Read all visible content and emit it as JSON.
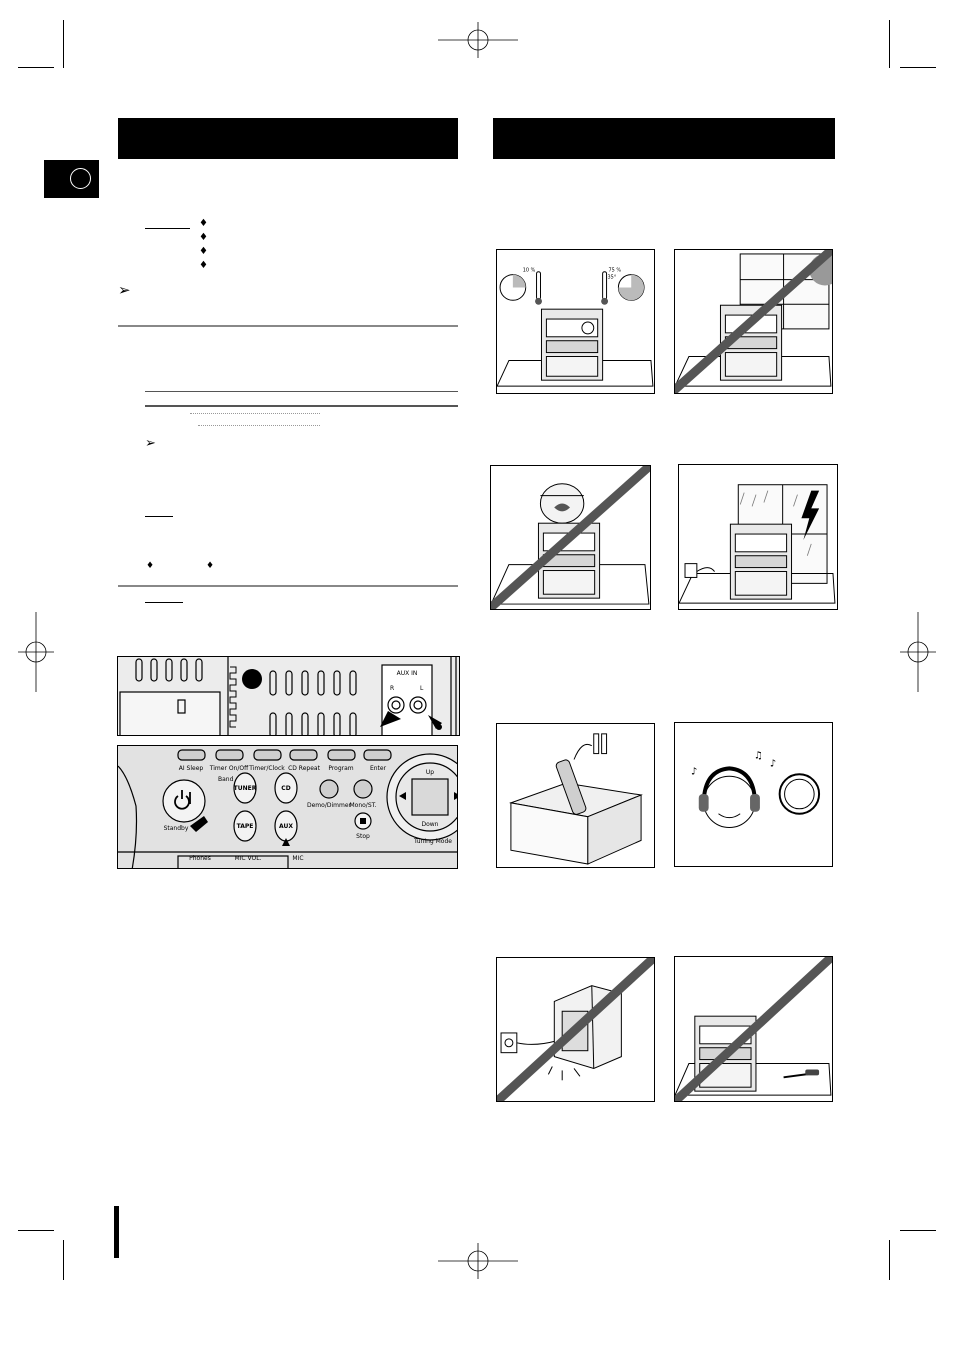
{
  "side_tab": {
    "marker": ""
  },
  "arrow_glyph": "➢",
  "bullet_glyph": "♦",
  "panel_front": {
    "buttons": {
      "ai_sleep": "AI Sleep",
      "timer_onoff": "Timer On/Off",
      "timer_clock": "Timer/Clock",
      "cd_repeat": "CD Repeat",
      "program": "Program",
      "enter": "Enter",
      "band": "Band",
      "tuner": "TUNER",
      "cd": "CD",
      "tape": "TAPE",
      "aux": "AUX",
      "demo_dimmer": "Demo/Dimmer",
      "mono_st": "Mono/ST.",
      "stop": "Stop",
      "standby": "Standby",
      "up": "Up",
      "down": "Down",
      "tuning_mode": "Tuning Mode",
      "phones": "Phones",
      "mic_vol": "MIC VOL.",
      "mic": "MIC"
    }
  },
  "panel_rear": {
    "aux_in": "AUX IN",
    "r": "R",
    "l": "L"
  },
  "illustrations": [
    {
      "name": "temperature-humidity",
      "hum_left": "10 %",
      "hum_right": "75 %",
      "temp": "35°"
    },
    {
      "name": "no-direct-sunlight"
    },
    {
      "name": "no-fishbowl-on-top"
    },
    {
      "name": "unplug-during-storm"
    },
    {
      "name": "remove-batteries"
    },
    {
      "name": "headphones-volume"
    },
    {
      "name": "no-enclosed-cabinet"
    },
    {
      "name": "do-not-disassemble"
    }
  ]
}
